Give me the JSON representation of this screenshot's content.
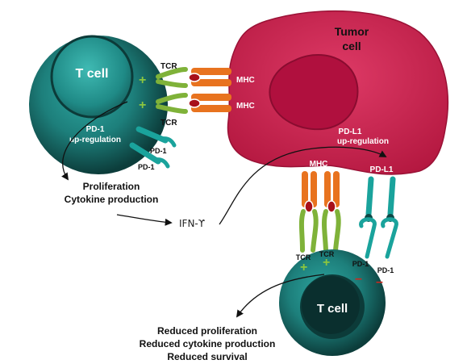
{
  "tumor_cell": {
    "line1": "Tumor",
    "line2": "cell",
    "pdl1_upreg_line1": "PD-L1",
    "pdl1_upreg_line2": "up-regulation"
  },
  "t_cell_top": {
    "label": "T cell",
    "pd1_upreg_line1": "PD-1",
    "pd1_upreg_line2": "up-regulation"
  },
  "t_cell_bottom": {
    "label": "T cell"
  },
  "receptors": {
    "tcr": "TCR",
    "mhc": "MHC",
    "pd1": "PD-1",
    "pdl1": "PD-L1",
    "plus": "+",
    "minus": "–"
  },
  "outcomes": {
    "positive_line1": "Proliferation",
    "positive_line2": "Cytokine production",
    "ifn": "IFN-ϒ",
    "negative_line1": "Reduced proliferation",
    "negative_line2": "Reduced cytokine production",
    "negative_line3": "Reduced survival"
  },
  "colors": {
    "tumor": "#c8204e",
    "tumor_nucleus": "#b0103e",
    "tcell": "#1f8a86",
    "tcell_dark": "#0c3b39",
    "mhc": "#e8731f",
    "tcr": "#7fb239",
    "pd1": "#1aa39c",
    "ligand_dot": "#a8101a",
    "plus": "#8cc63f",
    "minus": "#d0281e"
  }
}
